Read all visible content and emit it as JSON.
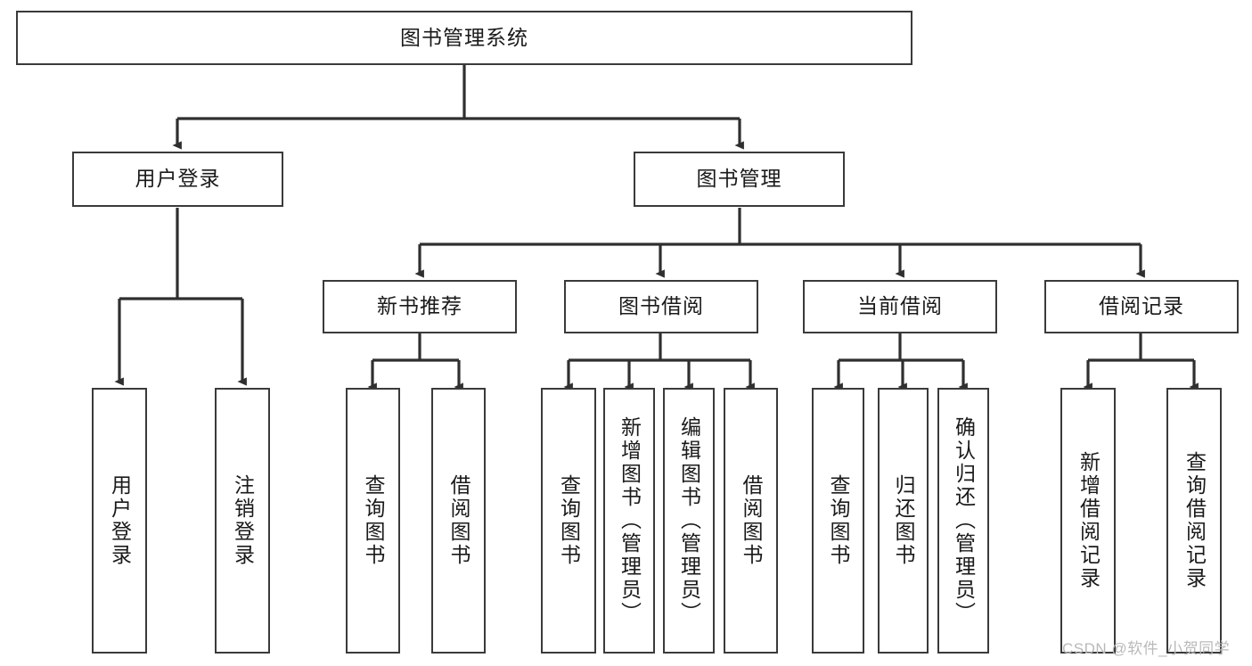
{
  "diagram": {
    "title": "图书管理系统",
    "watermark": "CSDN @软件_小贺同学",
    "colors": {
      "box_border": "#3a3a3a",
      "box_fill": "#ffffff",
      "edge": "#2f2f2f",
      "text": "#1a1a1a",
      "watermark": "#b9b9b9"
    },
    "nodes": {
      "root": {
        "label": "图书管理系统"
      },
      "level2": [
        {
          "id": "user-login",
          "label": "用户登录"
        },
        {
          "id": "book-manage",
          "label": "图书管理"
        }
      ],
      "level3": [
        {
          "id": "new-book-recommend",
          "label": "新书推荐"
        },
        {
          "id": "book-borrow",
          "label": "图书借阅"
        },
        {
          "id": "current-borrow",
          "label": "当前借阅"
        },
        {
          "id": "borrow-record",
          "label": "借阅记录"
        }
      ],
      "leaves": {
        "user_login": [
          {
            "id": "leaf-user-login",
            "label": "用户登录"
          },
          {
            "id": "leaf-logout-login",
            "label": "注销登录"
          }
        ],
        "new_book_recommend": [
          {
            "id": "leaf-query-book-1",
            "label": "查询图书"
          },
          {
            "id": "leaf-borrow-book-1",
            "label": "借阅图书"
          }
        ],
        "book_borrow": [
          {
            "id": "leaf-query-book-2",
            "label": "查询图书"
          },
          {
            "id": "leaf-add-book-admin",
            "label": "新增图书（管理员）"
          },
          {
            "id": "leaf-edit-book-admin",
            "label": "编辑图书（管理员）"
          },
          {
            "id": "leaf-borrow-book-2",
            "label": "借阅图书"
          }
        ],
        "current_borrow": [
          {
            "id": "leaf-query-book-3",
            "label": "查询图书"
          },
          {
            "id": "leaf-return-book",
            "label": "归还图书"
          },
          {
            "id": "leaf-confirm-return-admin",
            "label": "确认归还（管理员）"
          }
        ],
        "borrow_record": [
          {
            "id": "leaf-add-borrow-record",
            "label": "新增借阅记录"
          },
          {
            "id": "leaf-query-borrow-record",
            "label": "查询借阅记录"
          }
        ]
      }
    }
  }
}
